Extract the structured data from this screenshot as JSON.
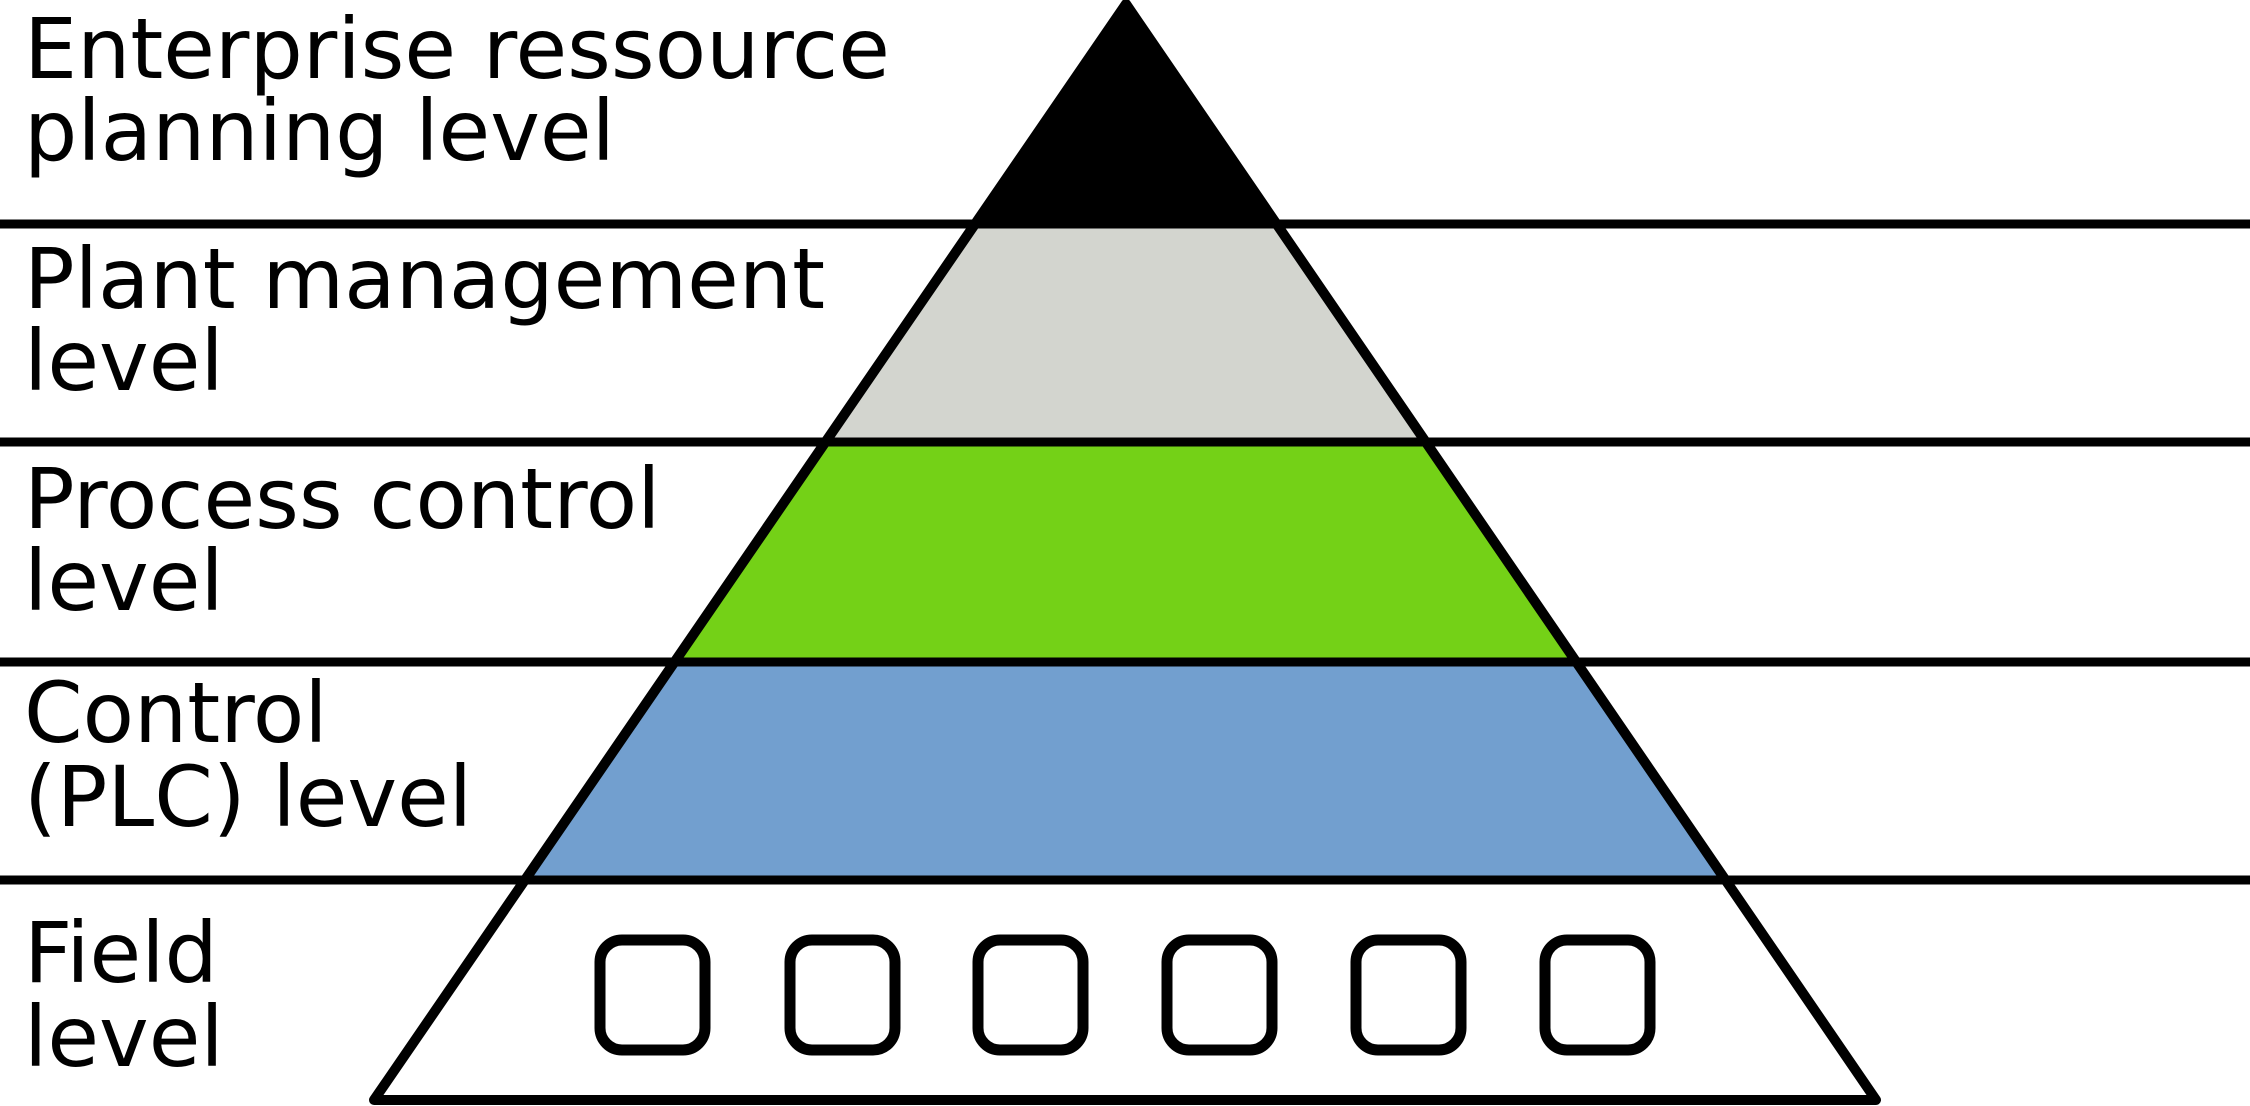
{
  "levels": [
    {
      "line1": "Enterprise ressource",
      "line2": "planning level",
      "color": "#000000"
    },
    {
      "line1": "Plant management",
      "line2": "level",
      "color": "#d3d5cf"
    },
    {
      "line1": "Process control",
      "line2": "level",
      "color": "#74d117"
    },
    {
      "line1": "Control",
      "line2": "(PLC) level",
      "color": "#729fcf"
    },
    {
      "line1": "Field",
      "line2": "level",
      "color": "#ffffff"
    }
  ],
  "field_devices": [
    {
      "icon": "rounded-square-icon"
    },
    {
      "icon": "rounded-square-icon"
    },
    {
      "icon": "rounded-square-icon"
    },
    {
      "icon": "rounded-square-icon"
    },
    {
      "icon": "rounded-square-icon"
    },
    {
      "icon": "rounded-square-icon"
    }
  ],
  "line_color": "#000000"
}
